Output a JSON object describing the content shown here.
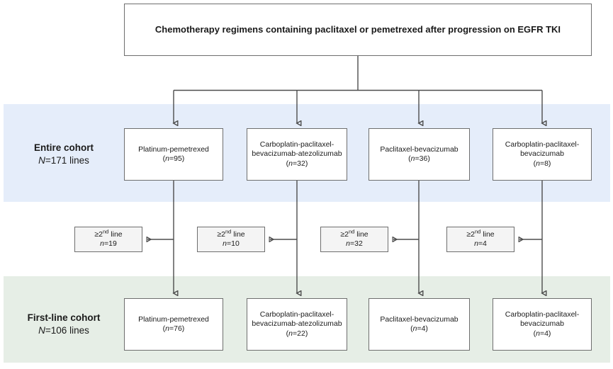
{
  "figure": {
    "root": {
      "label": "Chemotherapy regimens containing paclitaxel or pemetrexed after progression on EGFR TKI"
    },
    "bands": [
      {
        "key": "entire",
        "title": "Entire cohort",
        "n_prefix": "N",
        "n_text": "=171 lines",
        "color": "#e5edfa"
      },
      {
        "key": "firstline",
        "title": "First-line cohort",
        "n_prefix": "N",
        "n_text": "=106 lines",
        "color": "#e6eee6"
      }
    ],
    "entire_cohort_nodes": [
      {
        "name": "Platinum-pemetrexed",
        "count": "(n=95)",
        "count_prefix": "(",
        "count_italic": "n",
        "count_suffix": "=95)"
      },
      {
        "name": "Carboplatin-paclitaxel-bevacizumab-atezolizumab",
        "count": "(n=32)",
        "count_prefix": "(",
        "count_italic": "n",
        "count_suffix": "=32)"
      },
      {
        "name": "Paclitaxel-bevacizumab",
        "count": "(n=36)",
        "count_prefix": "(",
        "count_italic": "n",
        "count_suffix": "=36)"
      },
      {
        "name": "Carboplatin-paclitaxel-bevacizumab",
        "count": "(n=8)",
        "count_prefix": "(",
        "count_italic": "n",
        "count_suffix": "=8)"
      }
    ],
    "later_line_nodes": [
      {
        "label_prefix": "≥2",
        "label_sup": "nd",
        "label_suffix": " line",
        "count_italic": "n",
        "count_suffix": "=19"
      },
      {
        "label_prefix": "≥2",
        "label_sup": "nd",
        "label_suffix": " line",
        "count_italic": "n",
        "count_suffix": "=10"
      },
      {
        "label_prefix": "≥2",
        "label_sup": "nd",
        "label_suffix": " line",
        "count_italic": "n",
        "count_suffix": "=32"
      },
      {
        "label_prefix": "≥2",
        "label_sup": "nd",
        "label_suffix": " line",
        "count_italic": "n",
        "count_suffix": "=4"
      }
    ],
    "first_line_nodes": [
      {
        "name": "Platinum-pemetrexed",
        "count_prefix": "(",
        "count_italic": "n",
        "count_suffix": "=76)"
      },
      {
        "name": "Carboplatin-paclitaxel-bevacizumab-atezolizumab",
        "count_prefix": "(",
        "count_italic": "n",
        "count_suffix": "=22)"
      },
      {
        "name": "Paclitaxel-bevacizumab",
        "count_prefix": "(",
        "count_italic": "n",
        "count_suffix": "=4)"
      },
      {
        "name": "Carboplatin-paclitaxel-bevacizumab",
        "count_prefix": "(",
        "count_italic": "n",
        "count_suffix": "=4)"
      }
    ],
    "colors": {
      "line": "#4d4d4d",
      "node_border": "#6e6e6e",
      "node_fill": "#ffffff",
      "later_line_fill": "#f4f4f4"
    }
  }
}
